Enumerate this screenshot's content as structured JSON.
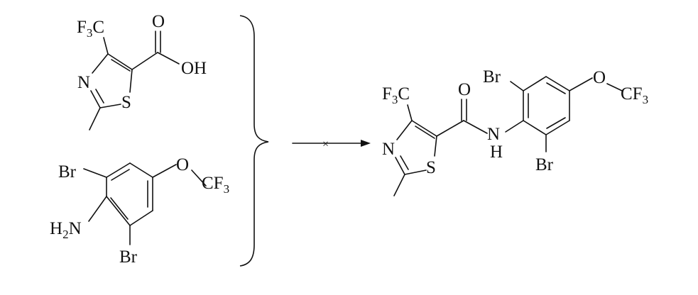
{
  "scheme": {
    "reactant_acid": {
      "f3c": {
        "main": "F",
        "sub": "3",
        "tail": "C"
      },
      "carbonyl_o": "O",
      "hydroxyl": "OH",
      "ring_n": "N",
      "ring_s": "S"
    },
    "reactant_amine": {
      "br_top": "Br",
      "br_bottom": "Br",
      "amine": {
        "main": "H",
        "sub": "2",
        "tail": "N"
      },
      "ether_o": "O",
      "cf3": {
        "main": "CF",
        "sub": "3"
      }
    },
    "arrow": {
      "blocked_mark": "×"
    },
    "product": {
      "f3c": {
        "main": "F",
        "sub": "3",
        "tail": "C"
      },
      "carbonyl_o": "O",
      "ring_n": "N",
      "ring_s": "S",
      "amide_n": "N",
      "amide_h": "H",
      "br_top": "Br",
      "br_bottom": "Br",
      "ether_o": "O",
      "cf3": {
        "main": "CF",
        "sub": "3"
      }
    }
  }
}
